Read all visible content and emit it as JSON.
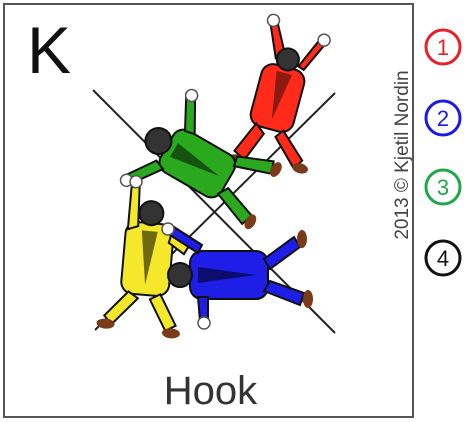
{
  "card": {
    "letter": "K",
    "name": "Hook",
    "copyright": "2013 © Kjetil Nordin"
  },
  "slots": [
    {
      "number": "1",
      "color": "#e8202a"
    },
    {
      "number": "2",
      "color": "#1a1ae6"
    },
    {
      "number": "3",
      "color": "#1fa84a"
    },
    {
      "number": "4",
      "color": "#111111"
    }
  ],
  "jumpers": [
    {
      "slot": "1",
      "color": "red",
      "fill": "#ff2a1a"
    },
    {
      "slot": "2",
      "color": "blue",
      "fill": "#1e1ee6"
    },
    {
      "slot": "3",
      "color": "green",
      "fill": "#2aa81e"
    },
    {
      "slot": "4",
      "color": "yellow",
      "fill": "#f5e82a"
    }
  ]
}
